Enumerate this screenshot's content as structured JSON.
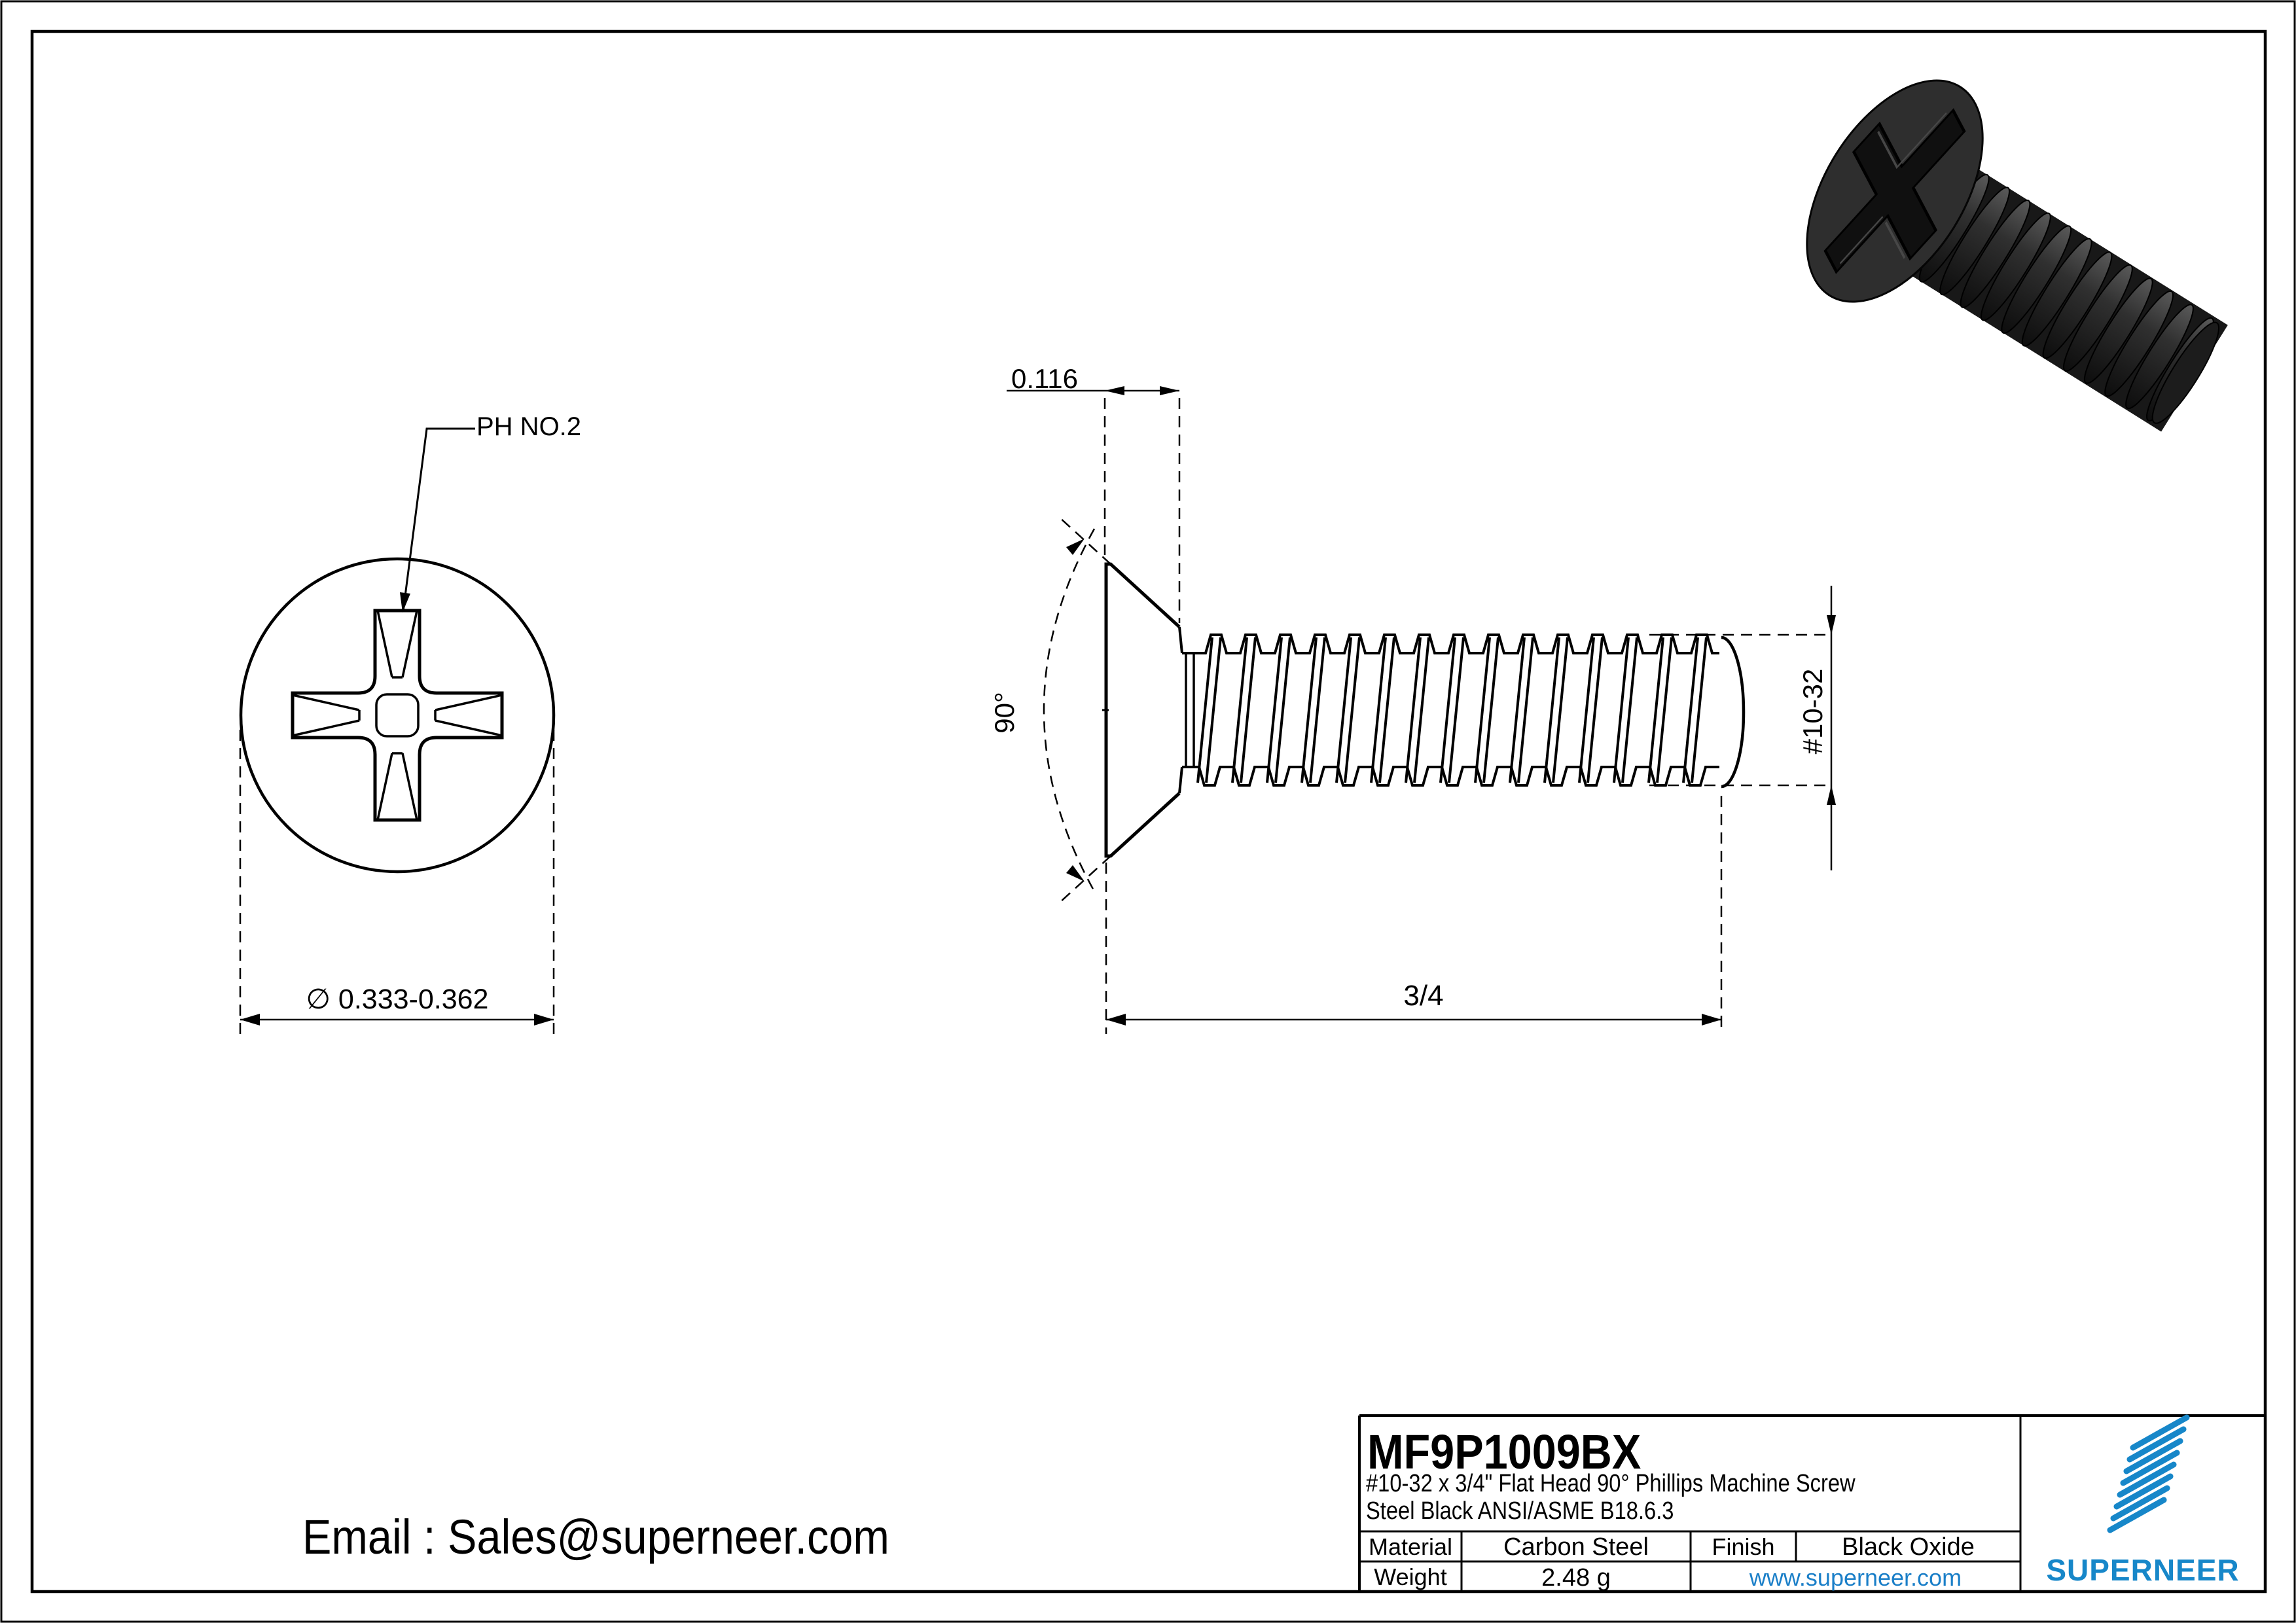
{
  "drawing": {
    "part_number": "MF9P1009BX",
    "description_line1": "#10-32 x 3/4\" Flat Head 90°  Phillips Machine Screw",
    "description_line2": "Steel Black ANSI/ASME B18.6.3",
    "dimensions": {
      "drive_label": "PH NO.2",
      "head_diameter": "∅ 0.333-0.362",
      "head_height": "0.116",
      "head_angle": "90°",
      "thread_size": "#10-32",
      "length": "3/4"
    },
    "title_block": {
      "material_label": "Material",
      "material_value": "Carbon Steel",
      "finish_label": "Finish",
      "finish_value": "Black Oxide",
      "weight_label": "Weight",
      "weight_value": "2.48 g",
      "website": "www.superneer.com"
    },
    "brand": {
      "name": "SUPERNEER",
      "color": "#1787c9"
    },
    "contact": {
      "email_line": "Email : Sales@superneer.com"
    },
    "colors": {
      "link": "#1b7fc8",
      "line": "#000000",
      "screw_body": "#2e2e2e"
    }
  }
}
